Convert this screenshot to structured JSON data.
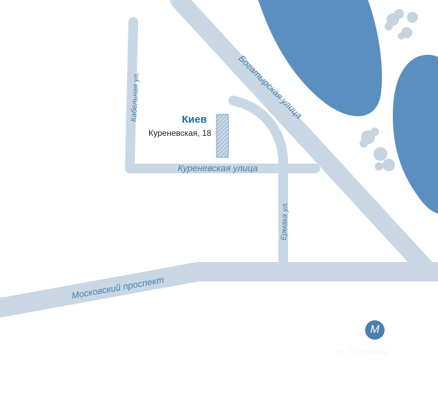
{
  "map": {
    "colors": {
      "road": "#c8d7e3",
      "water": "#5a8fc0",
      "label": "#4a7fae",
      "building": "#9bb8d0",
      "tree": "#b9cad8"
    },
    "location": {
      "city": "Киев",
      "address": "Куреневская, 18"
    },
    "streets": {
      "kabelnaya": "Кабельная ул.",
      "bogatyrskaya": "Богатырская улица",
      "kurenevskaya": "Куреневская улица",
      "ermaka": "Ермака ул.",
      "moskovsky": "Московский проспект"
    },
    "metro": {
      "symbol": "M",
      "station": "м. Петровка"
    }
  }
}
